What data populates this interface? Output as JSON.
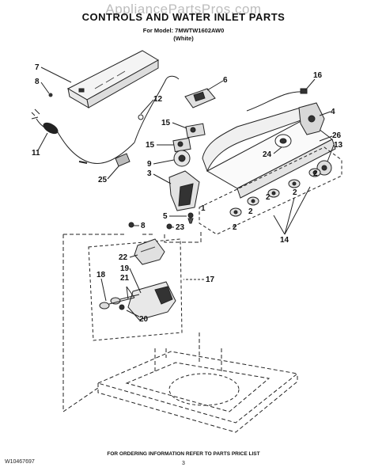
{
  "watermark": "AppliancePartsPros.com",
  "header": {
    "title": "CONTROLS AND WATER INLET PARTS",
    "model_line": "For Model: 7MWTW1602AW0",
    "color_line": "(White)"
  },
  "callouts": {
    "c7": "7",
    "c8a": "8",
    "c16": "16",
    "c6": "6",
    "c12": "12",
    "c4": "4",
    "c15a": "15",
    "c26": "26",
    "c13": "13",
    "c11": "11",
    "c15b": "15",
    "c24": "24",
    "c9": "9",
    "c25": "25",
    "c3": "3",
    "c2a": "2",
    "c2b": "2",
    "c2c": "2",
    "c1": "1",
    "c5": "5",
    "c2d": "2",
    "c2e": "2",
    "c8b": "8",
    "c23": "23",
    "c14": "14",
    "c22": "22",
    "c19": "19",
    "c18": "18",
    "c21": "21",
    "c17": "17",
    "c20": "20"
  },
  "footer": {
    "ordering_info": "FOR ORDERING INFORMATION REFER TO PARTS PRICE LIST",
    "doc_number": "W10467697",
    "page_number": "3"
  }
}
